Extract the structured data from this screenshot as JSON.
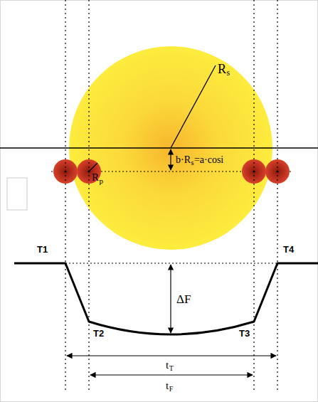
{
  "diagram": {
    "labels": [
      "R",
      "s",
      "b·R",
      "s",
      "=a·cosi",
      "R",
      "p",
      "T1",
      "T2",
      "T3",
      "T4",
      "ΔF",
      "t",
      "T",
      "t",
      "F"
    ]
  }
}
